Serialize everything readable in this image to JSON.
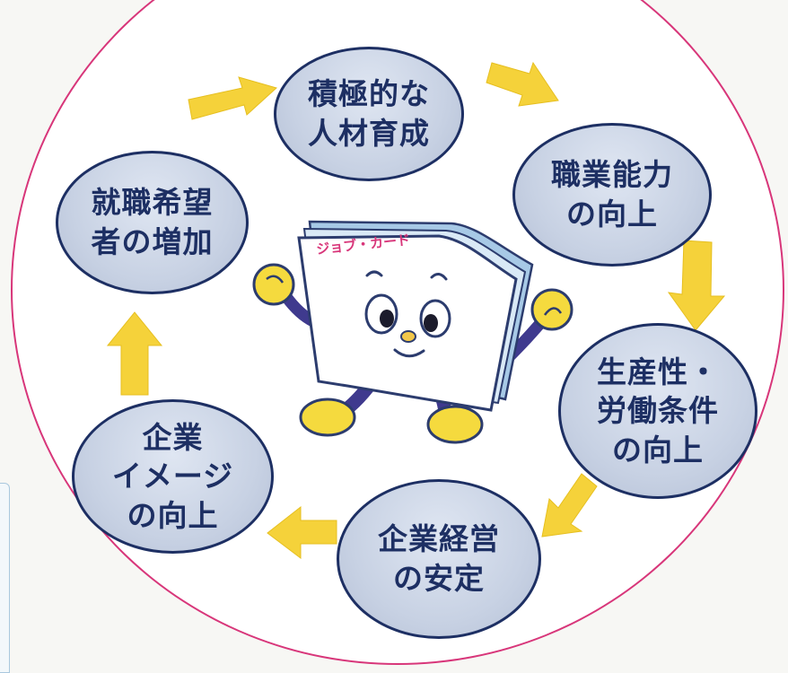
{
  "nodes": [
    {
      "id": "active-training",
      "text": "積極的な\n人材育成"
    },
    {
      "id": "skill-up",
      "text": "職業能力\nの向上"
    },
    {
      "id": "productivity",
      "text": "生産性・\n労働条件\nの向上"
    },
    {
      "id": "stability",
      "text": "企業経営\nの安定"
    },
    {
      "id": "image",
      "text": "企業\nイメージ\nの向上"
    },
    {
      "id": "applicants",
      "text": "就職希望\n者の増加"
    }
  ],
  "mascot": {
    "card_label": "ジョブ・カード"
  },
  "colors": {
    "ring": "#d8367a",
    "node_fill": "#c7d1e3",
    "node_border": "#1d2f63",
    "arrow": "#f5d23a",
    "mascot_limb": "#3f3a8e",
    "mascot_hand": "#f5da3e"
  },
  "flow": "clockwise"
}
